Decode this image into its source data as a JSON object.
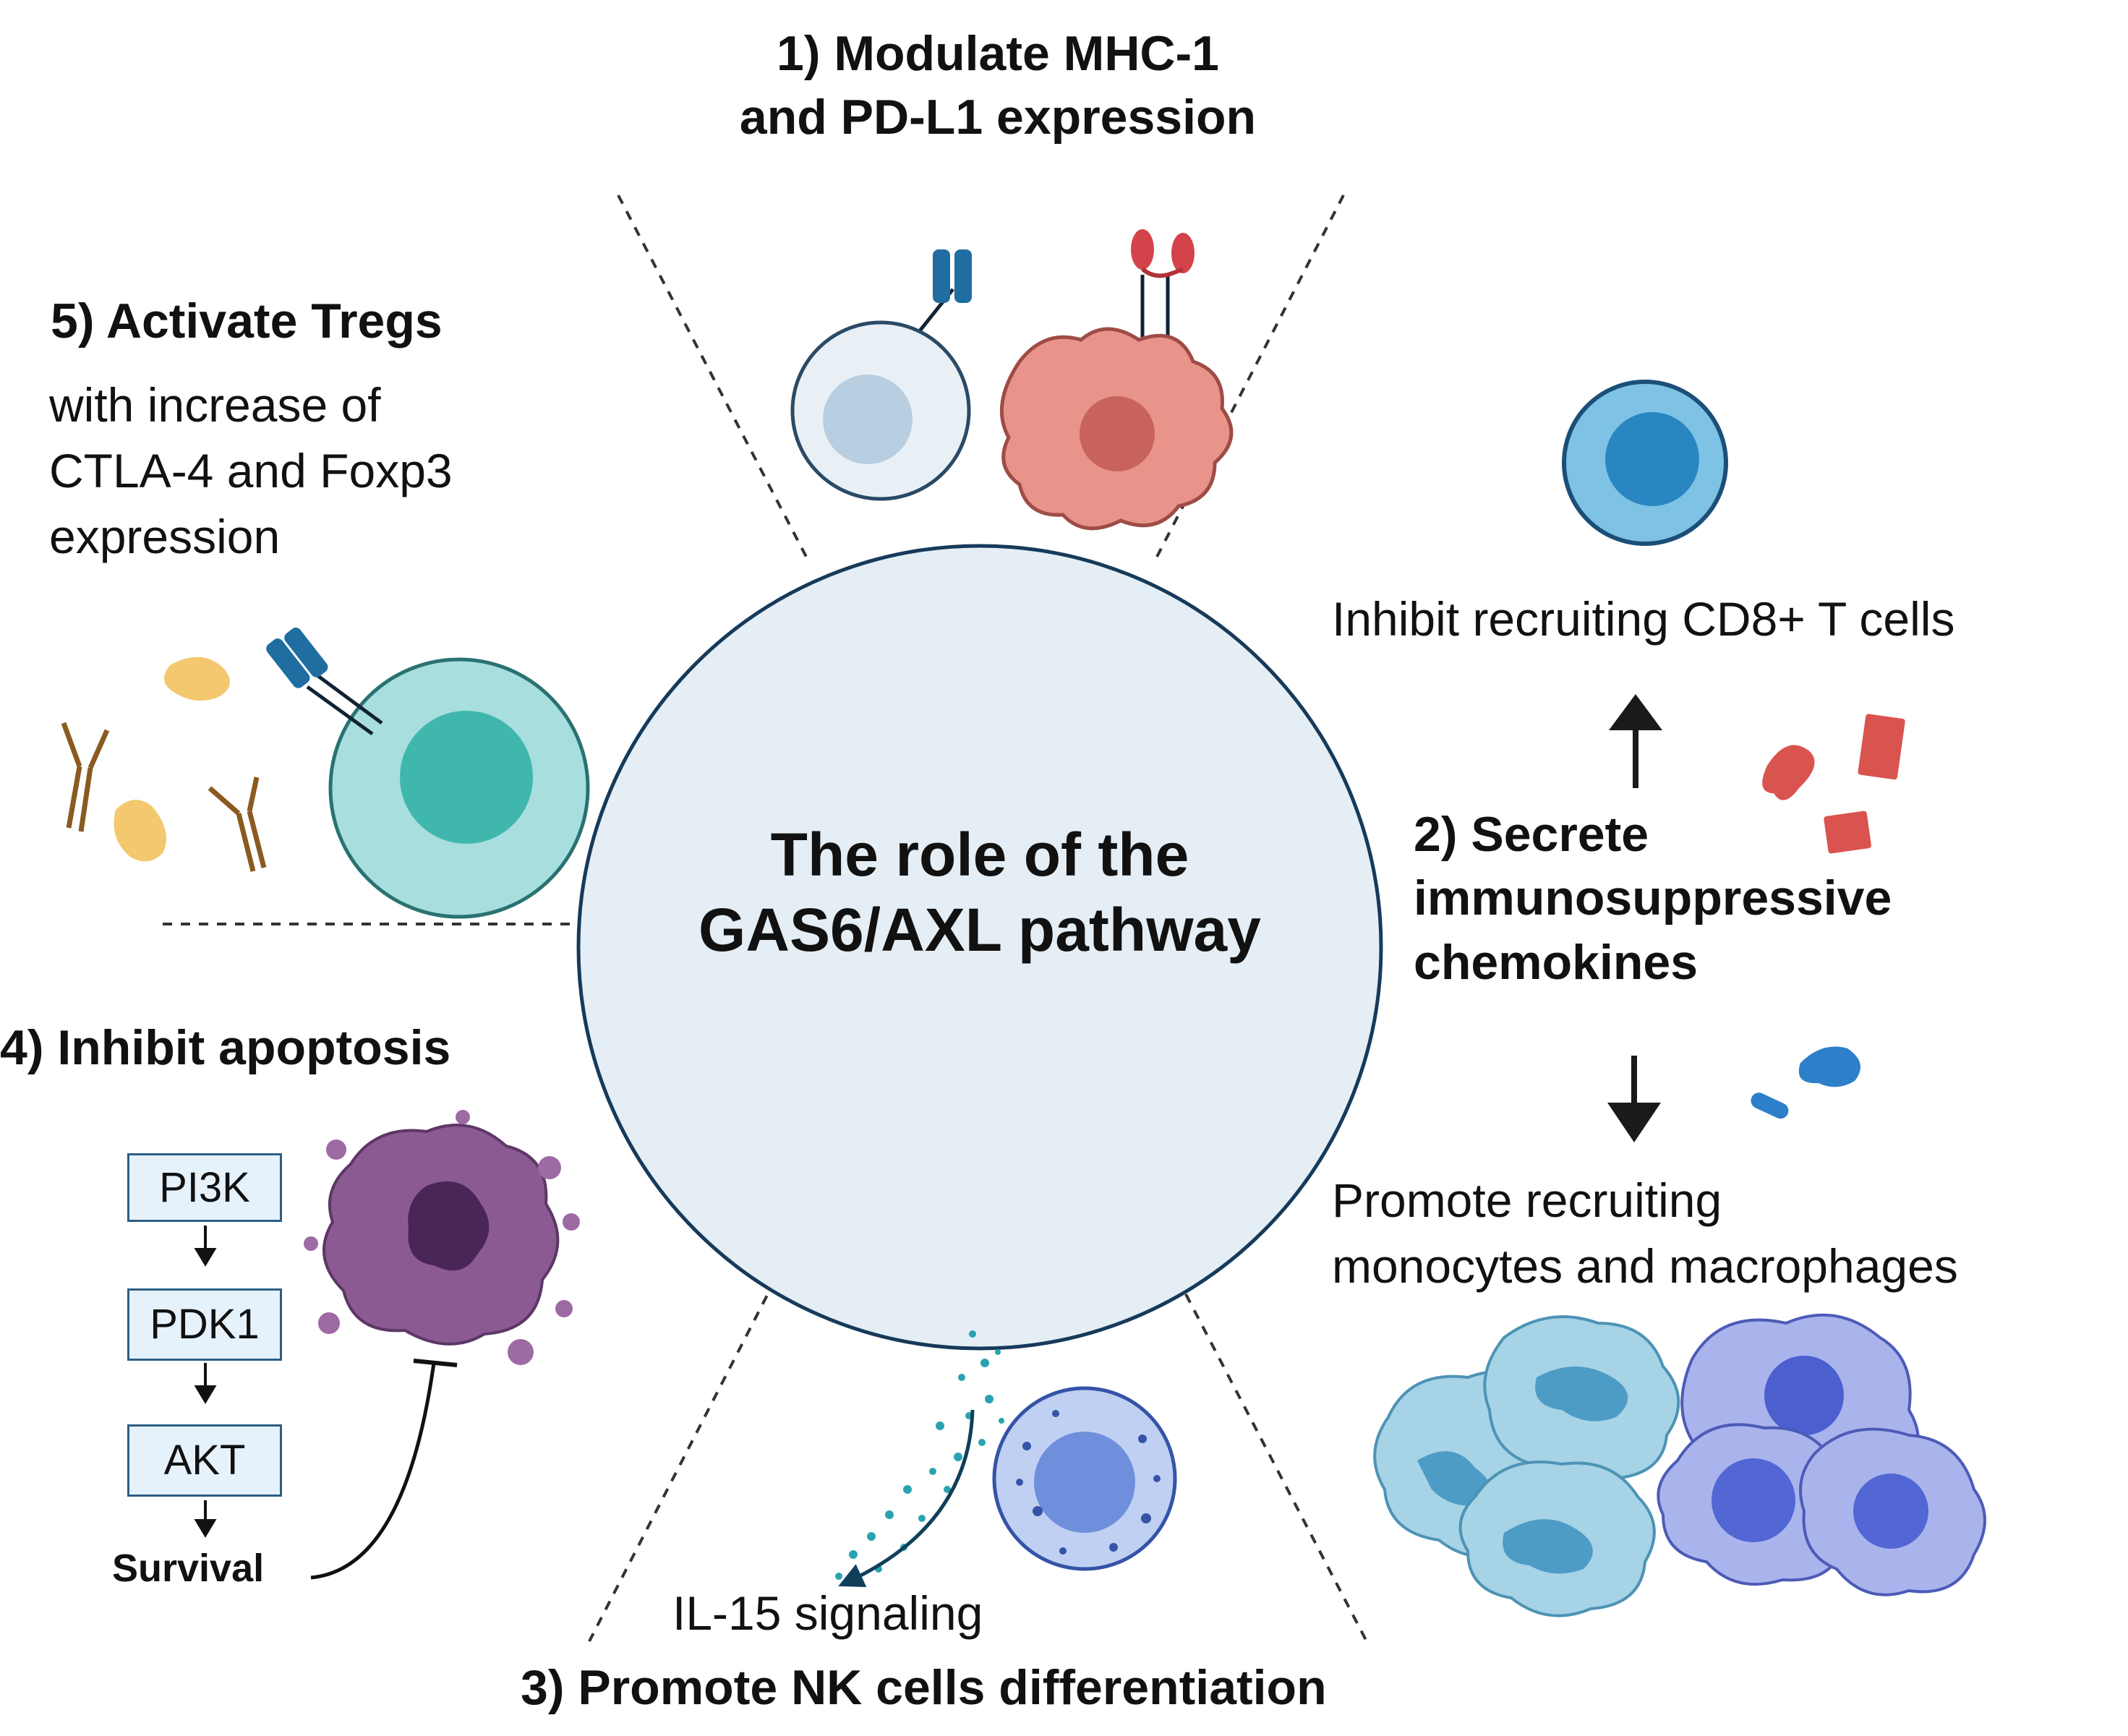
{
  "center_title": [
    "The role of the",
    "GAS6/AXL pathway"
  ],
  "section1": {
    "title": [
      "1) Modulate MHC-1",
      "and PD-L1 expression"
    ]
  },
  "section2": {
    "title": [
      "2) Secrete",
      "immunosuppressive",
      "chemokines"
    ],
    "up_text": "Inhibit recruiting CD8+ T cells",
    "down_text": [
      "Promote recruiting",
      "monocytes and macrophages"
    ]
  },
  "section3": {
    "signal_label": "IL-15 signaling",
    "title": "3) Promote NK cells differentiation"
  },
  "section4": {
    "title": "4) Inhibit apoptosis",
    "pathway": [
      "PI3K",
      "PDK1",
      "AKT"
    ],
    "outcome": "Survival"
  },
  "section5": {
    "title": "5) Activate Tregs",
    "body": [
      "with increase of",
      "CTLA-4 and Foxp3",
      "expression"
    ]
  },
  "colors": {
    "center_fill": "#e4eef4",
    "center_stroke": "#163a5a",
    "box_fill": "#e6f2fb",
    "box_stroke": "#2c5f86",
    "tumor_cell": "#e8948a",
    "apoptotic_cell": "#8c5a93",
    "treg_cell": "#a8dede",
    "nk_cell": "#9bb3e8",
    "macrophage": "#a7d3e6",
    "monocyte": "#aab4ec",
    "cd8_cell": "#7ec2e6"
  }
}
